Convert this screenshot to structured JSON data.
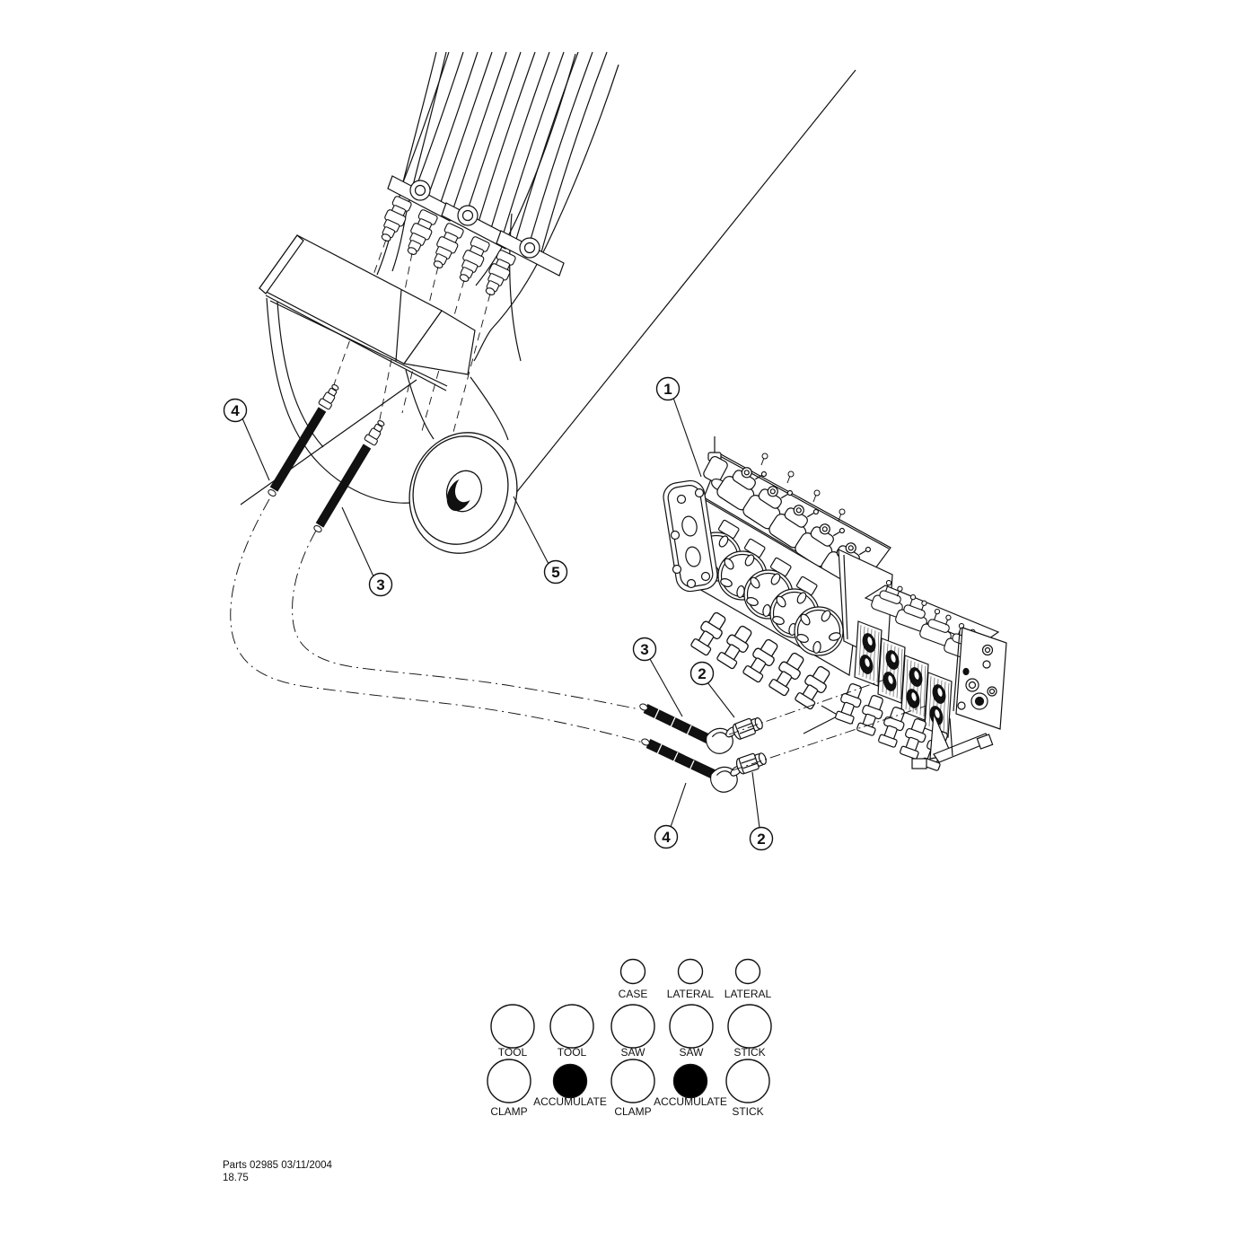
{
  "document": {
    "type": "parts-diagram-page",
    "background": "#ffffff",
    "ink": "#111111",
    "description": "Hydraulic hose and control valve parts diagram"
  },
  "callouts": [
    {
      "label": "4"
    },
    {
      "label": "3"
    },
    {
      "label": "5"
    },
    {
      "label": "1"
    },
    {
      "label": "3"
    },
    {
      "label": "2"
    },
    {
      "label": "4"
    },
    {
      "label": "2"
    }
  ],
  "legend": {
    "row1": [
      {
        "label": "CASE",
        "fill": "#ffffff"
      },
      {
        "label": "LATERAL",
        "fill": "#ffffff"
      },
      {
        "label": "LATERAL",
        "fill": "#ffffff"
      }
    ],
    "row2": [
      {
        "label": "TOOL",
        "fill": "#ffffff"
      },
      {
        "label": "TOOL",
        "fill": "#ffffff"
      },
      {
        "label": "SAW",
        "fill": "#ffffff"
      },
      {
        "label": "SAW",
        "fill": "#ffffff"
      },
      {
        "label": "STICK",
        "fill": "#ffffff"
      }
    ],
    "row3": [
      {
        "label": "CLAMP",
        "fill": "#ffffff"
      },
      {
        "label": "ACCUMULATE",
        "fill": "#000000"
      },
      {
        "label": "CLAMP",
        "fill": "#ffffff"
      },
      {
        "label": "ACCUMULATE",
        "fill": "#000000"
      },
      {
        "label": "STICK",
        "fill": "#ffffff"
      }
    ]
  },
  "footer": {
    "line1": "Parts 02985 03/11/2004",
    "line2": "18.75"
  }
}
